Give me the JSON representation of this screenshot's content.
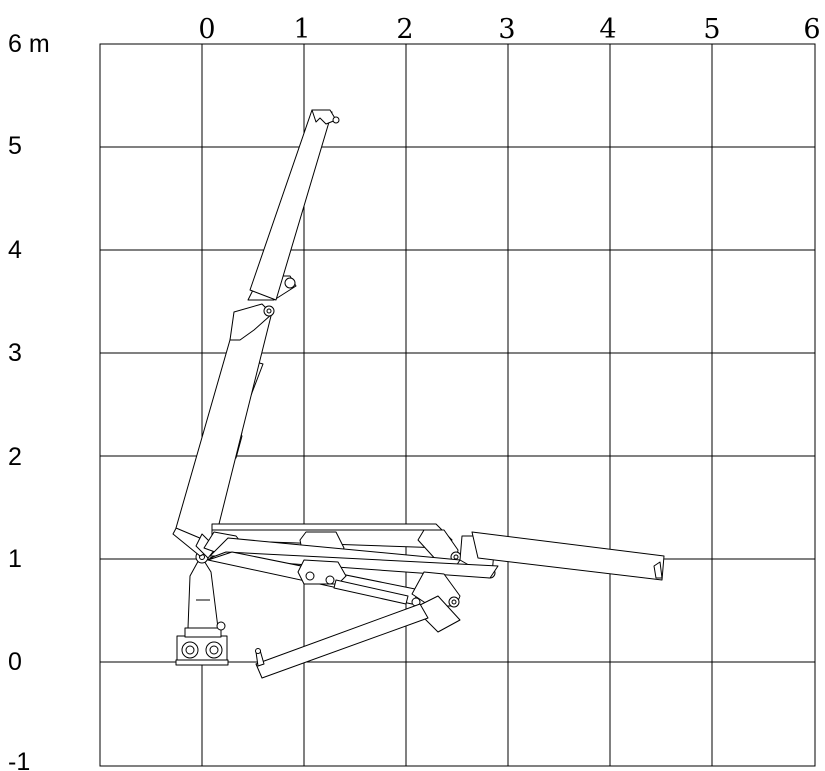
{
  "diagram": {
    "x_axis": {
      "ticks": [
        "0",
        "1",
        "2",
        "3",
        "4",
        "5",
        "6"
      ]
    },
    "y_axis": {
      "ticks": [
        "6 m",
        "5",
        "4",
        "3",
        "2",
        "1",
        "0",
        "-1"
      ]
    },
    "colors": {
      "line": "#000000",
      "background": "#ffffff"
    }
  }
}
